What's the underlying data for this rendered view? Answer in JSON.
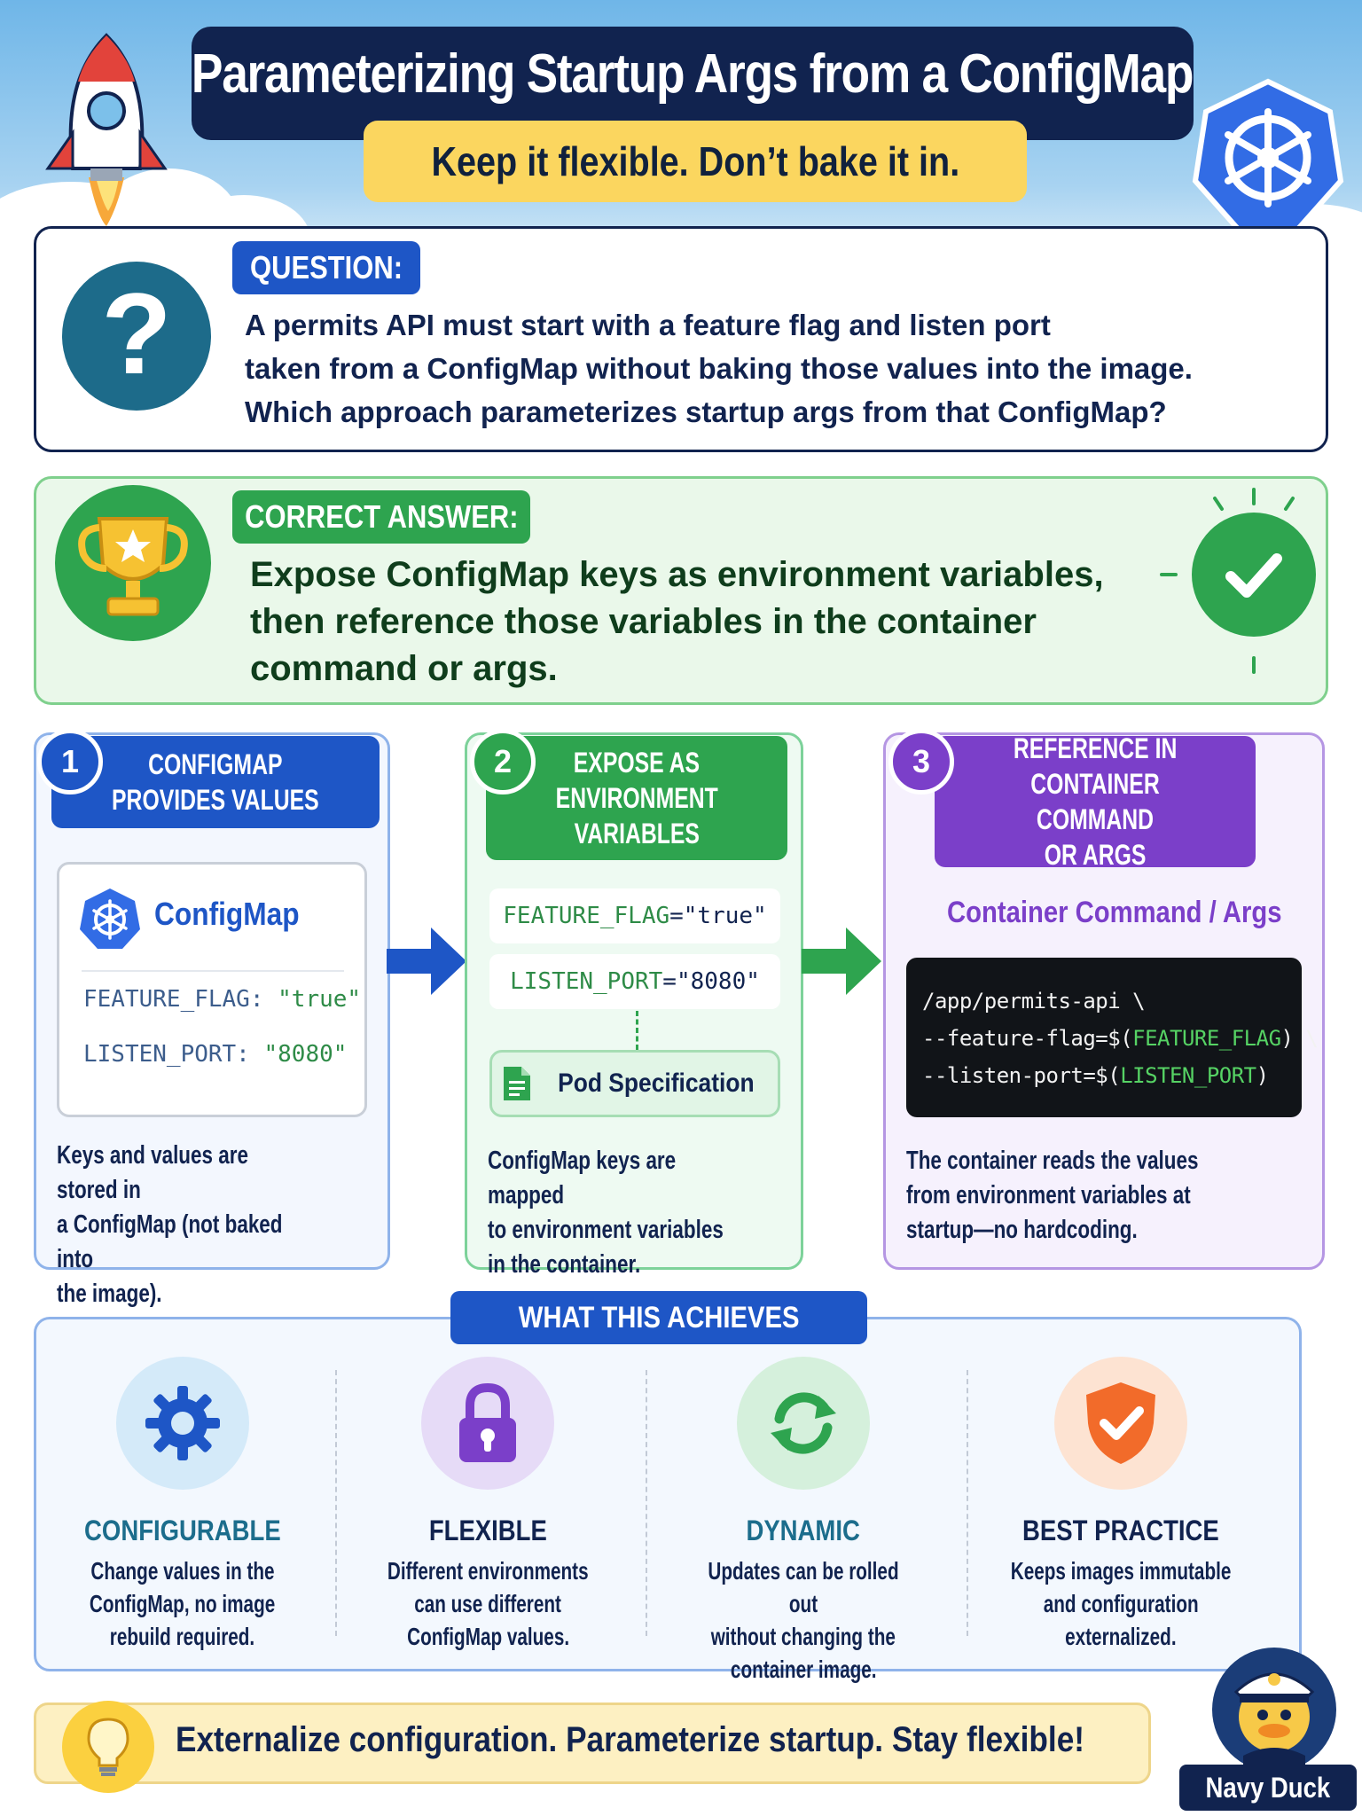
{
  "header": {
    "title": "Parameterizing Startup Args from a ConfigMap",
    "subtitle": "Keep it flexible. Don’t bake it in."
  },
  "question": {
    "label": "QUESTION:",
    "lines": [
      "A permits API must start with a feature flag and listen port",
      "taken from a ConfigMap without baking those values into the image.",
      "Which approach parameterizes startup args from that ConfigMap?"
    ]
  },
  "answer": {
    "label": "CORRECT ANSWER:",
    "lines": [
      "Expose ConfigMap keys as environment variables,",
      "then reference those variables in the container",
      "command or args."
    ]
  },
  "steps": [
    {
      "number": "1",
      "heading": [
        "CONFIGMAP",
        "PROVIDES VALUES"
      ],
      "panel_title": "ConfigMap",
      "entries": [
        {
          "key": "FEATURE_FLAG:",
          "value": "\"true\""
        },
        {
          "key": "LISTEN_PORT:",
          "value": "\"8080\""
        }
      ],
      "description": [
        "Keys and values are stored in",
        "a ConfigMap (not baked into",
        "the image)."
      ]
    },
    {
      "number": "2",
      "heading": [
        "EXPOSE AS",
        "ENVIRONMENT",
        "VARIABLES"
      ],
      "entries": [
        {
          "key": "FEATURE_FLAG",
          "eq": " = ",
          "value": "\"true\""
        },
        {
          "key": "LISTEN_PORT",
          "eq": " = ",
          "value": "\"8080\""
        }
      ],
      "pod_label": "Pod Specification",
      "description": [
        "ConfigMap keys are mapped",
        "to environment variables",
        "in the container."
      ]
    },
    {
      "number": "3",
      "heading": [
        "REFERENCE IN",
        "CONTAINER COMMAND",
        "OR ARGS"
      ],
      "panel_title": "Container Command / Args",
      "command": {
        "line1": "/app/permits-api \\",
        "line2_pre": "  --feature-flag=$(",
        "line2_var": "FEATURE_FLAG",
        "line2_post": ") \\",
        "line3_pre": "  --listen-port=$(",
        "line3_var": "LISTEN_PORT",
        "line3_post": ")"
      },
      "description": [
        "The container reads the values",
        "from environment variables at",
        "startup—no hardcoding."
      ]
    }
  ],
  "achieves": {
    "label": "WHAT THIS ACHIEVES",
    "items": [
      {
        "title": "CONFIGURABLE",
        "lines": [
          "Change values in the",
          "ConfigMap, no image",
          "rebuild required."
        ],
        "color": "#1c6d8c",
        "icon": "gear-icon"
      },
      {
        "title": "FLEXIBLE",
        "lines": [
          "Different environments",
          "can use different",
          "ConfigMap values."
        ],
        "color": "#11234f",
        "icon": "lock-icon"
      },
      {
        "title": "DYNAMIC",
        "lines": [
          "Updates can be rolled out",
          "without changing the",
          "container image."
        ],
        "color": "#1c6d8c",
        "icon": "refresh-icon"
      },
      {
        "title": "BEST PRACTICE",
        "lines": [
          "Keeps images immutable",
          "and configuration",
          "externalized."
        ],
        "color": "#11234f",
        "icon": "shield-check-icon"
      }
    ]
  },
  "footer": {
    "text": "Externalize configuration. Parameterize startup. Stay flexible!",
    "brand": "Navy Duck"
  },
  "colors": {
    "navy": "#11234f",
    "blue": "#1e56c6",
    "green": "#2ea44f",
    "purple": "#7b3fc9",
    "yellow": "#fbd65f"
  }
}
